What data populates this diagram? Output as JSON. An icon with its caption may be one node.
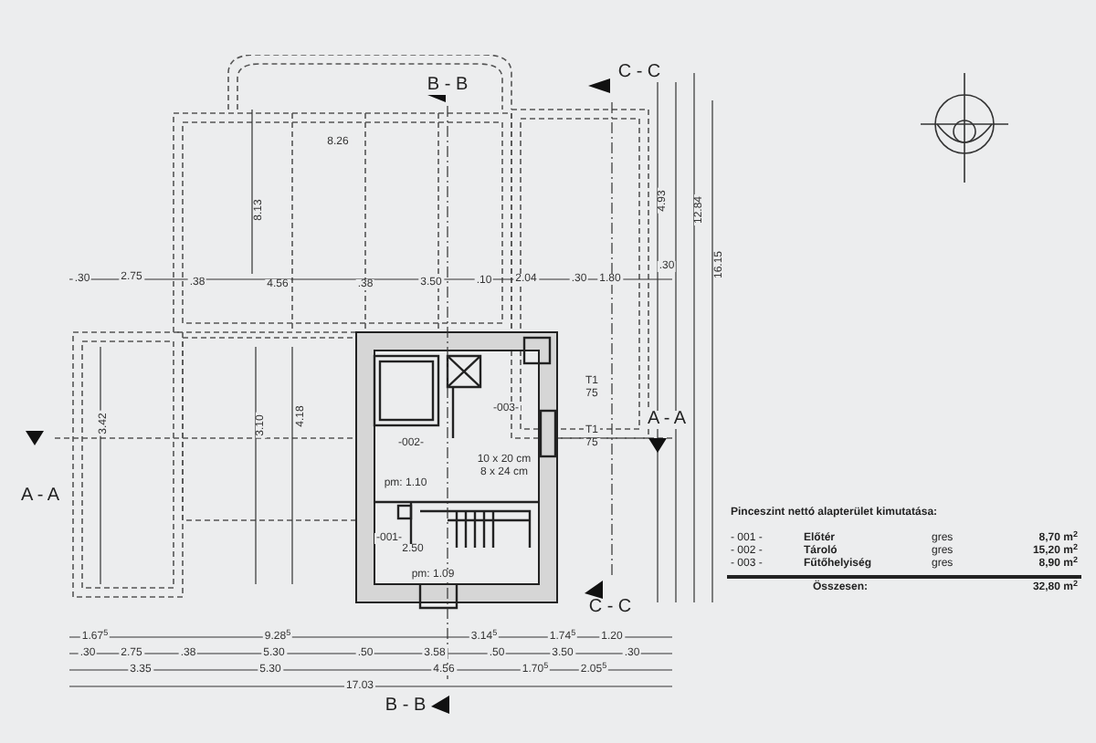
{
  "diagram": {
    "labels": [
      "B - B",
      "C - C",
      "8.26",
      "8.13",
      "4.93",
      "12.84",
      "16.15",
      ".30",
      "2.75",
      ".38",
      "4.56",
      ".38",
      "3.50",
      ".10",
      "2.04",
      ".30",
      "1.80",
      ".30",
      "A - A",
      "3.42",
      "3.10",
      "4.18",
      "-002-",
      "-003-",
      "T1",
      "75",
      "T1",
      "75",
      "10 x 20 cm",
      "8 x 24 cm",
      "pm: 1.10",
      "A - A",
      "-001-",
      "2.50",
      "pm: 1.09",
      "C - C",
      "1.67$^{5}$",
      "9.28$^{5}$",
      "3.14$^{5}$",
      "1.74$^{5}$",
      "1.20",
      ".30",
      "2.75",
      ".38",
      "5.30",
      ".50",
      "3.58",
      ".50",
      "3.50",
      ".30",
      "3.35",
      "5.30",
      "4.56",
      "1.70$^{5}$",
      "2.05$^{5}$",
      "17.03",
      "B - B",
      "Pinceszint nettó alapterület kimutatása:",
      "- 001 -",
      "Előtér",
      "gres",
      "8,70 m$^{2}$",
      "- 002 -",
      "Tároló",
      "gres",
      "15,20 m$^{2}$",
      "- 003 -",
      "Fűtőhelyiség",
      "gres",
      "8,90 m$^{2}$",
      "Összesen:",
      "32,80 m$^{2}$"
    ]
  }
}
